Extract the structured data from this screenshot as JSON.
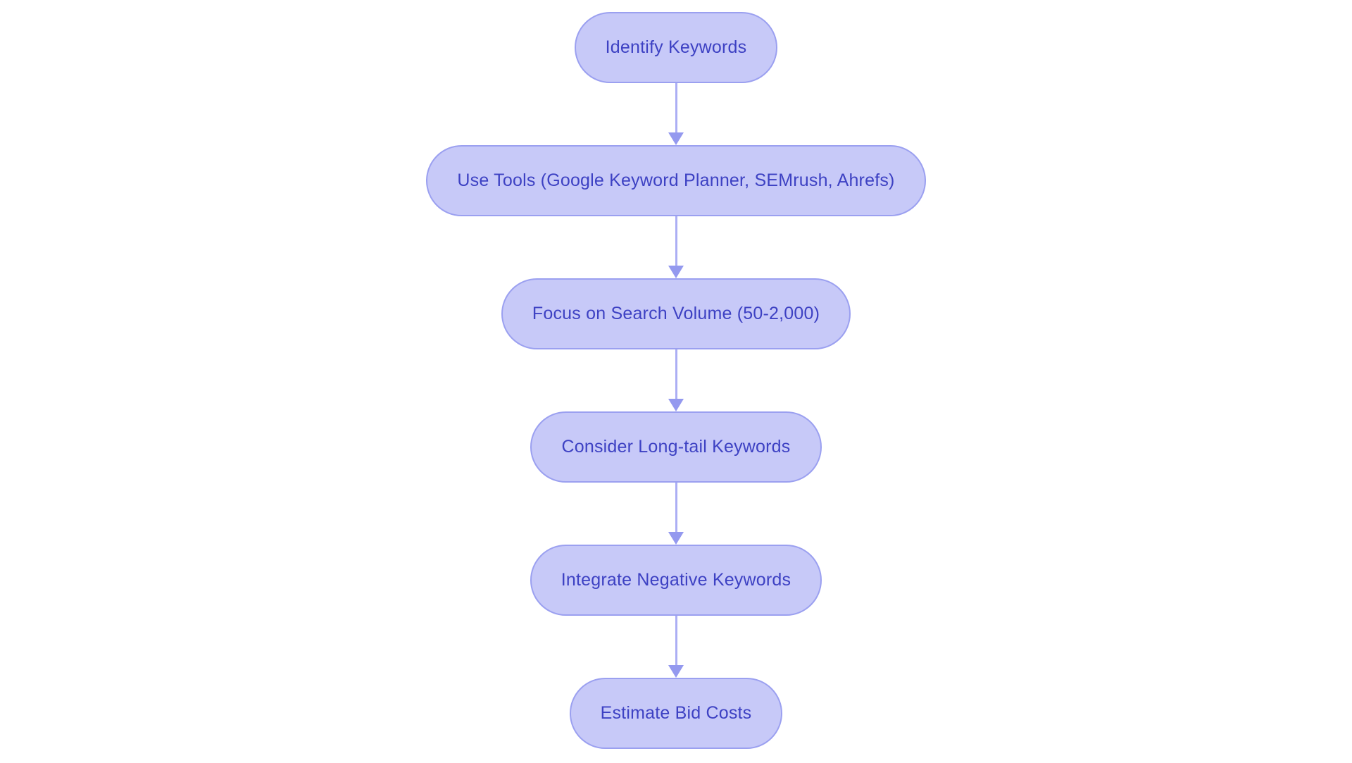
{
  "diagram": {
    "type": "flowchart",
    "direction": "top-down",
    "background": "#ffffff",
    "colors": {
      "node_fill": "#c7c9f8",
      "node_border": "#9ba0f0",
      "node_text": "#3d41c3",
      "arrow_line": "#abaef4",
      "arrow_head": "#9499ef"
    },
    "nodes": [
      {
        "id": "n1",
        "label": "Identify Keywords"
      },
      {
        "id": "n2",
        "label": "Use Tools (Google Keyword Planner, SEMrush, Ahrefs)"
      },
      {
        "id": "n3",
        "label": "Focus on Search Volume (50-2,000)"
      },
      {
        "id": "n4",
        "label": "Consider Long-tail Keywords"
      },
      {
        "id": "n5",
        "label": "Integrate Negative Keywords"
      },
      {
        "id": "n6",
        "label": "Estimate Bid Costs"
      }
    ],
    "edges": [
      {
        "from": "n1",
        "to": "n2"
      },
      {
        "from": "n2",
        "to": "n3"
      },
      {
        "from": "n3",
        "to": "n4"
      },
      {
        "from": "n4",
        "to": "n5"
      },
      {
        "from": "n5",
        "to": "n6"
      }
    ]
  }
}
